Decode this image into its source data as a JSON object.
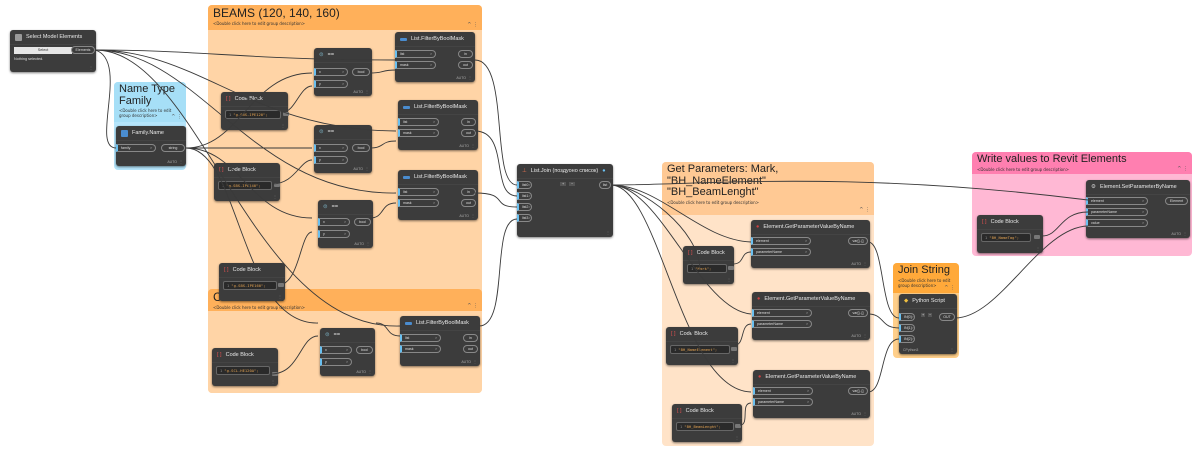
{
  "groups": {
    "beams": {
      "title": "BEAMS (120, 140, 160)",
      "description": "<Double click here to edit group description>",
      "color": "#ffb05a",
      "body_color": "#ffd4a6"
    },
    "columns": {
      "title": "C            20A",
      "description": "<Double click here to edit group description>",
      "color": "#ffb05a",
      "body_color": "#ffd4a6"
    },
    "name_type": {
      "title": "Name Type\nFamily",
      "description": "<Double click here to edit group description>",
      "color": "#a6dff7",
      "body_color": "#b5e5fb"
    },
    "get_params": {
      "title": "Get Parameters: Mark,\n\"BH_NameElement\"\n\"BH_BeamLenght\"",
      "description": "<Double click here to edit group description>",
      "color": "#ffc994",
      "body_color": "#ffe3c8"
    },
    "join_string": {
      "title": "Join String",
      "description": "<Double click here to edit group description>",
      "color": "#ffa93a",
      "body_color": "#ffcf8a"
    },
    "write_values": {
      "title": "Write values to Revit Elements",
      "description": "<Double click here to edit group description>",
      "color": "#ff7fb0",
      "body_color": "#ffb8d4"
    }
  },
  "nodes": {
    "select_model": {
      "title": "Select Model Elements",
      "button": "Select",
      "output": "Elements",
      "status": "Nothing selected."
    },
    "family_name": {
      "title": "Family.Name",
      "input": "family",
      "output": "string",
      "lacing": "AUTO"
    },
    "cb1": {
      "title": "Code Block",
      "line": "1",
      "code": "\"g-SBS-IPE120\";"
    },
    "cb2": {
      "title": "Code Block",
      "line": "1",
      "code": "\"g-SBS-IPE140\";"
    },
    "cb3": {
      "title": "Code Block",
      "line": "1",
      "code": "\"g-SBS-IPE160\";"
    },
    "cb4": {
      "title": "Code Block",
      "line": "1",
      "code": "\"g-SCL-HE120A\";"
    },
    "eq1": {
      "title": "==",
      "inputs": [
        "x",
        "y"
      ],
      "output": "bool",
      "lacing": "AUTO"
    },
    "eq2": {
      "title": "==",
      "inputs": [
        "x",
        "y"
      ],
      "output": "bool",
      "lacing": "AUTO"
    },
    "eq3": {
      "title": "==",
      "inputs": [
        "x",
        "y"
      ],
      "output": "bool",
      "lacing": "AUTO"
    },
    "eq4": {
      "title": "==",
      "inputs": [
        "x",
        "y"
      ],
      "output": "bool",
      "lacing": "AUTO"
    },
    "f1": {
      "title": "List.FilterByBoolMask",
      "inputs": [
        "list",
        "mask"
      ],
      "outputs": [
        "in",
        "out"
      ],
      "lacing": "AUTO"
    },
    "f2": {
      "title": "List.FilterByBoolMask",
      "inputs": [
        "list",
        "mask"
      ],
      "outputs": [
        "in",
        "out"
      ],
      "lacing": "AUTO"
    },
    "f3": {
      "title": "List.FilterByBoolMask",
      "inputs": [
        "list",
        "mask"
      ],
      "outputs": [
        "in",
        "out"
      ],
      "lacing": "AUTO"
    },
    "f4": {
      "title": "List.FilterByBoolMask",
      "inputs": [
        "list",
        "mask"
      ],
      "outputs": [
        "in",
        "out"
      ],
      "lacing": "AUTO"
    },
    "join": {
      "title": "List.Join (поздуоно список)",
      "inputs": [
        "list0",
        "list1",
        "list2",
        "list3"
      ],
      "output": "list",
      "plus": "+",
      "minus": "−"
    },
    "gp1": {
      "title": "Element.GetParameterValueByName",
      "inputs": [
        "element",
        "parameterName"
      ],
      "output": "var[]..[]",
      "lacing": "AUTO"
    },
    "gp2": {
      "title": "Element.GetParameterValueByName",
      "inputs": [
        "element",
        "parameterName"
      ],
      "output": "var[]..[]",
      "lacing": "AUTO"
    },
    "gp3": {
      "title": "Element.GetParameterValueByName",
      "inputs": [
        "element",
        "parameterName"
      ],
      "output": "var[]..[]",
      "lacing": "AUTO"
    },
    "cb_mark": {
      "title": "Code Block",
      "line": "1",
      "code": "\"Mark\";"
    },
    "cb_name": {
      "title": "Code Block",
      "line": "1",
      "code": "\"BH_NameElement\";"
    },
    "cb_len": {
      "title": "Code Block",
      "line": "1",
      "code": "\"BH_BeamLenght\";"
    },
    "python": {
      "title": "Python Script",
      "inputs": [
        "IN[0]",
        "IN[1]",
        "IN[2]"
      ],
      "output": "OUT",
      "plus": "+",
      "minus": "−",
      "footer": "CPython3"
    },
    "cb_tag": {
      "title": "Code Block",
      "line": "1",
      "code": "\"BH_NameTag\";"
    },
    "setparam": {
      "title": "Element.SetParameterByName",
      "inputs": [
        "element",
        "parameterName",
        "value"
      ],
      "output": "Element",
      "lacing": "AUTO"
    }
  }
}
